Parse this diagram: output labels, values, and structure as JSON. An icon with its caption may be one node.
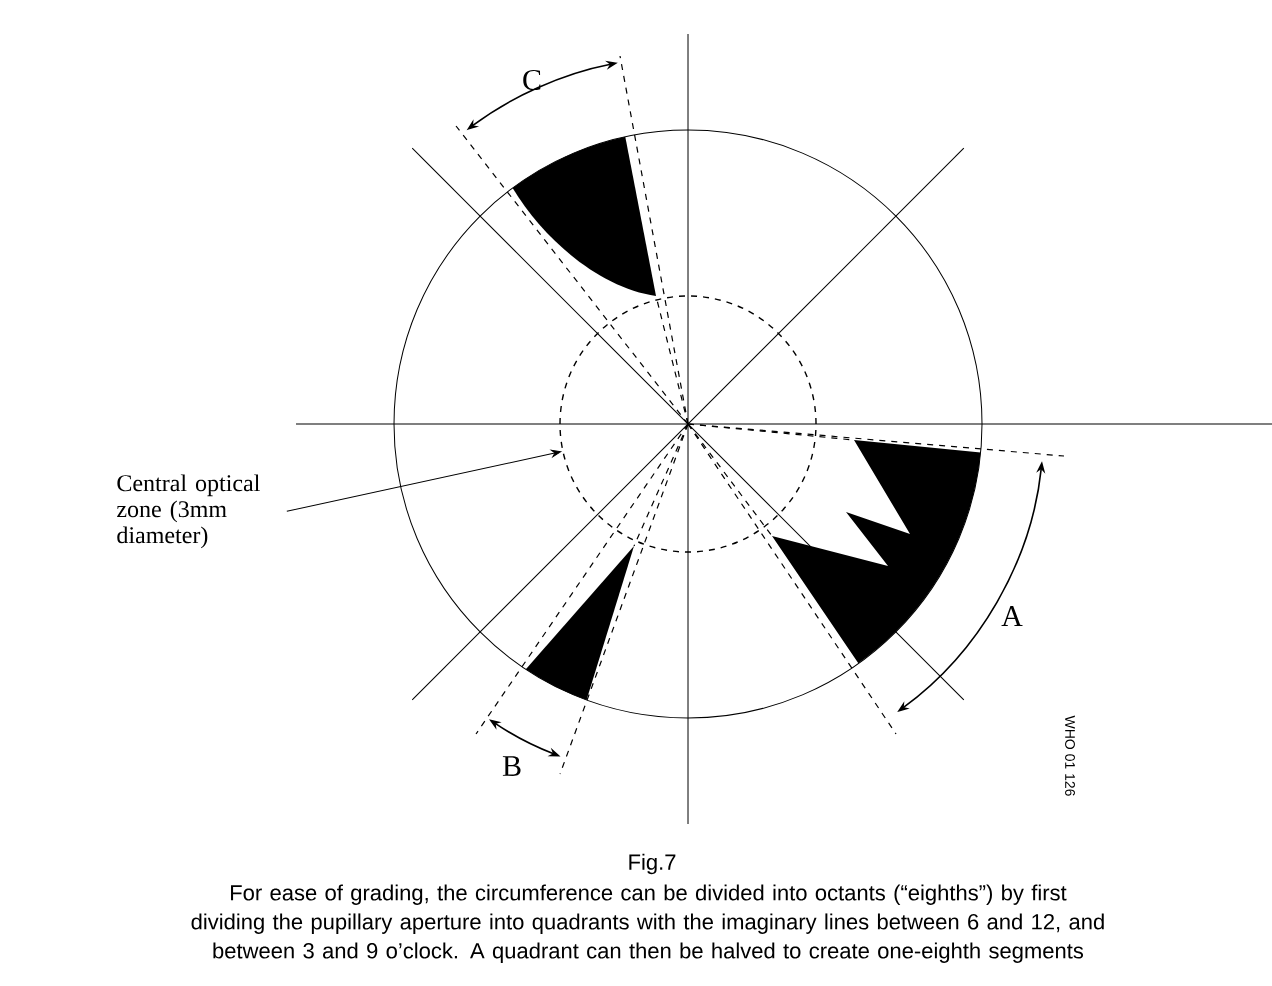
{
  "diagram": {
    "title": "Fig.7",
    "caption": "For ease of grading, the circumference can be divided into octants (“eighths”) by first dividing the pupillary aperture into quadrants with the imaginary lines between 6 and 12, and between 3 and 9 o’clock. A quadrant can then be halved to create one-eighth segments",
    "nodes": [
      {
        "text": [
          "Central optical zone (3mm diameter)"
        ]
      },
      {
        "text": [],
        "shape": "circle"
      }
    ],
    "edges": [
      {
        "from": 0,
        "to": 1,
        "arrow": "to"
      }
    ],
    "labels": [
      "C",
      "A",
      "B",
      "WHO 01 126"
    ]
  }
}
